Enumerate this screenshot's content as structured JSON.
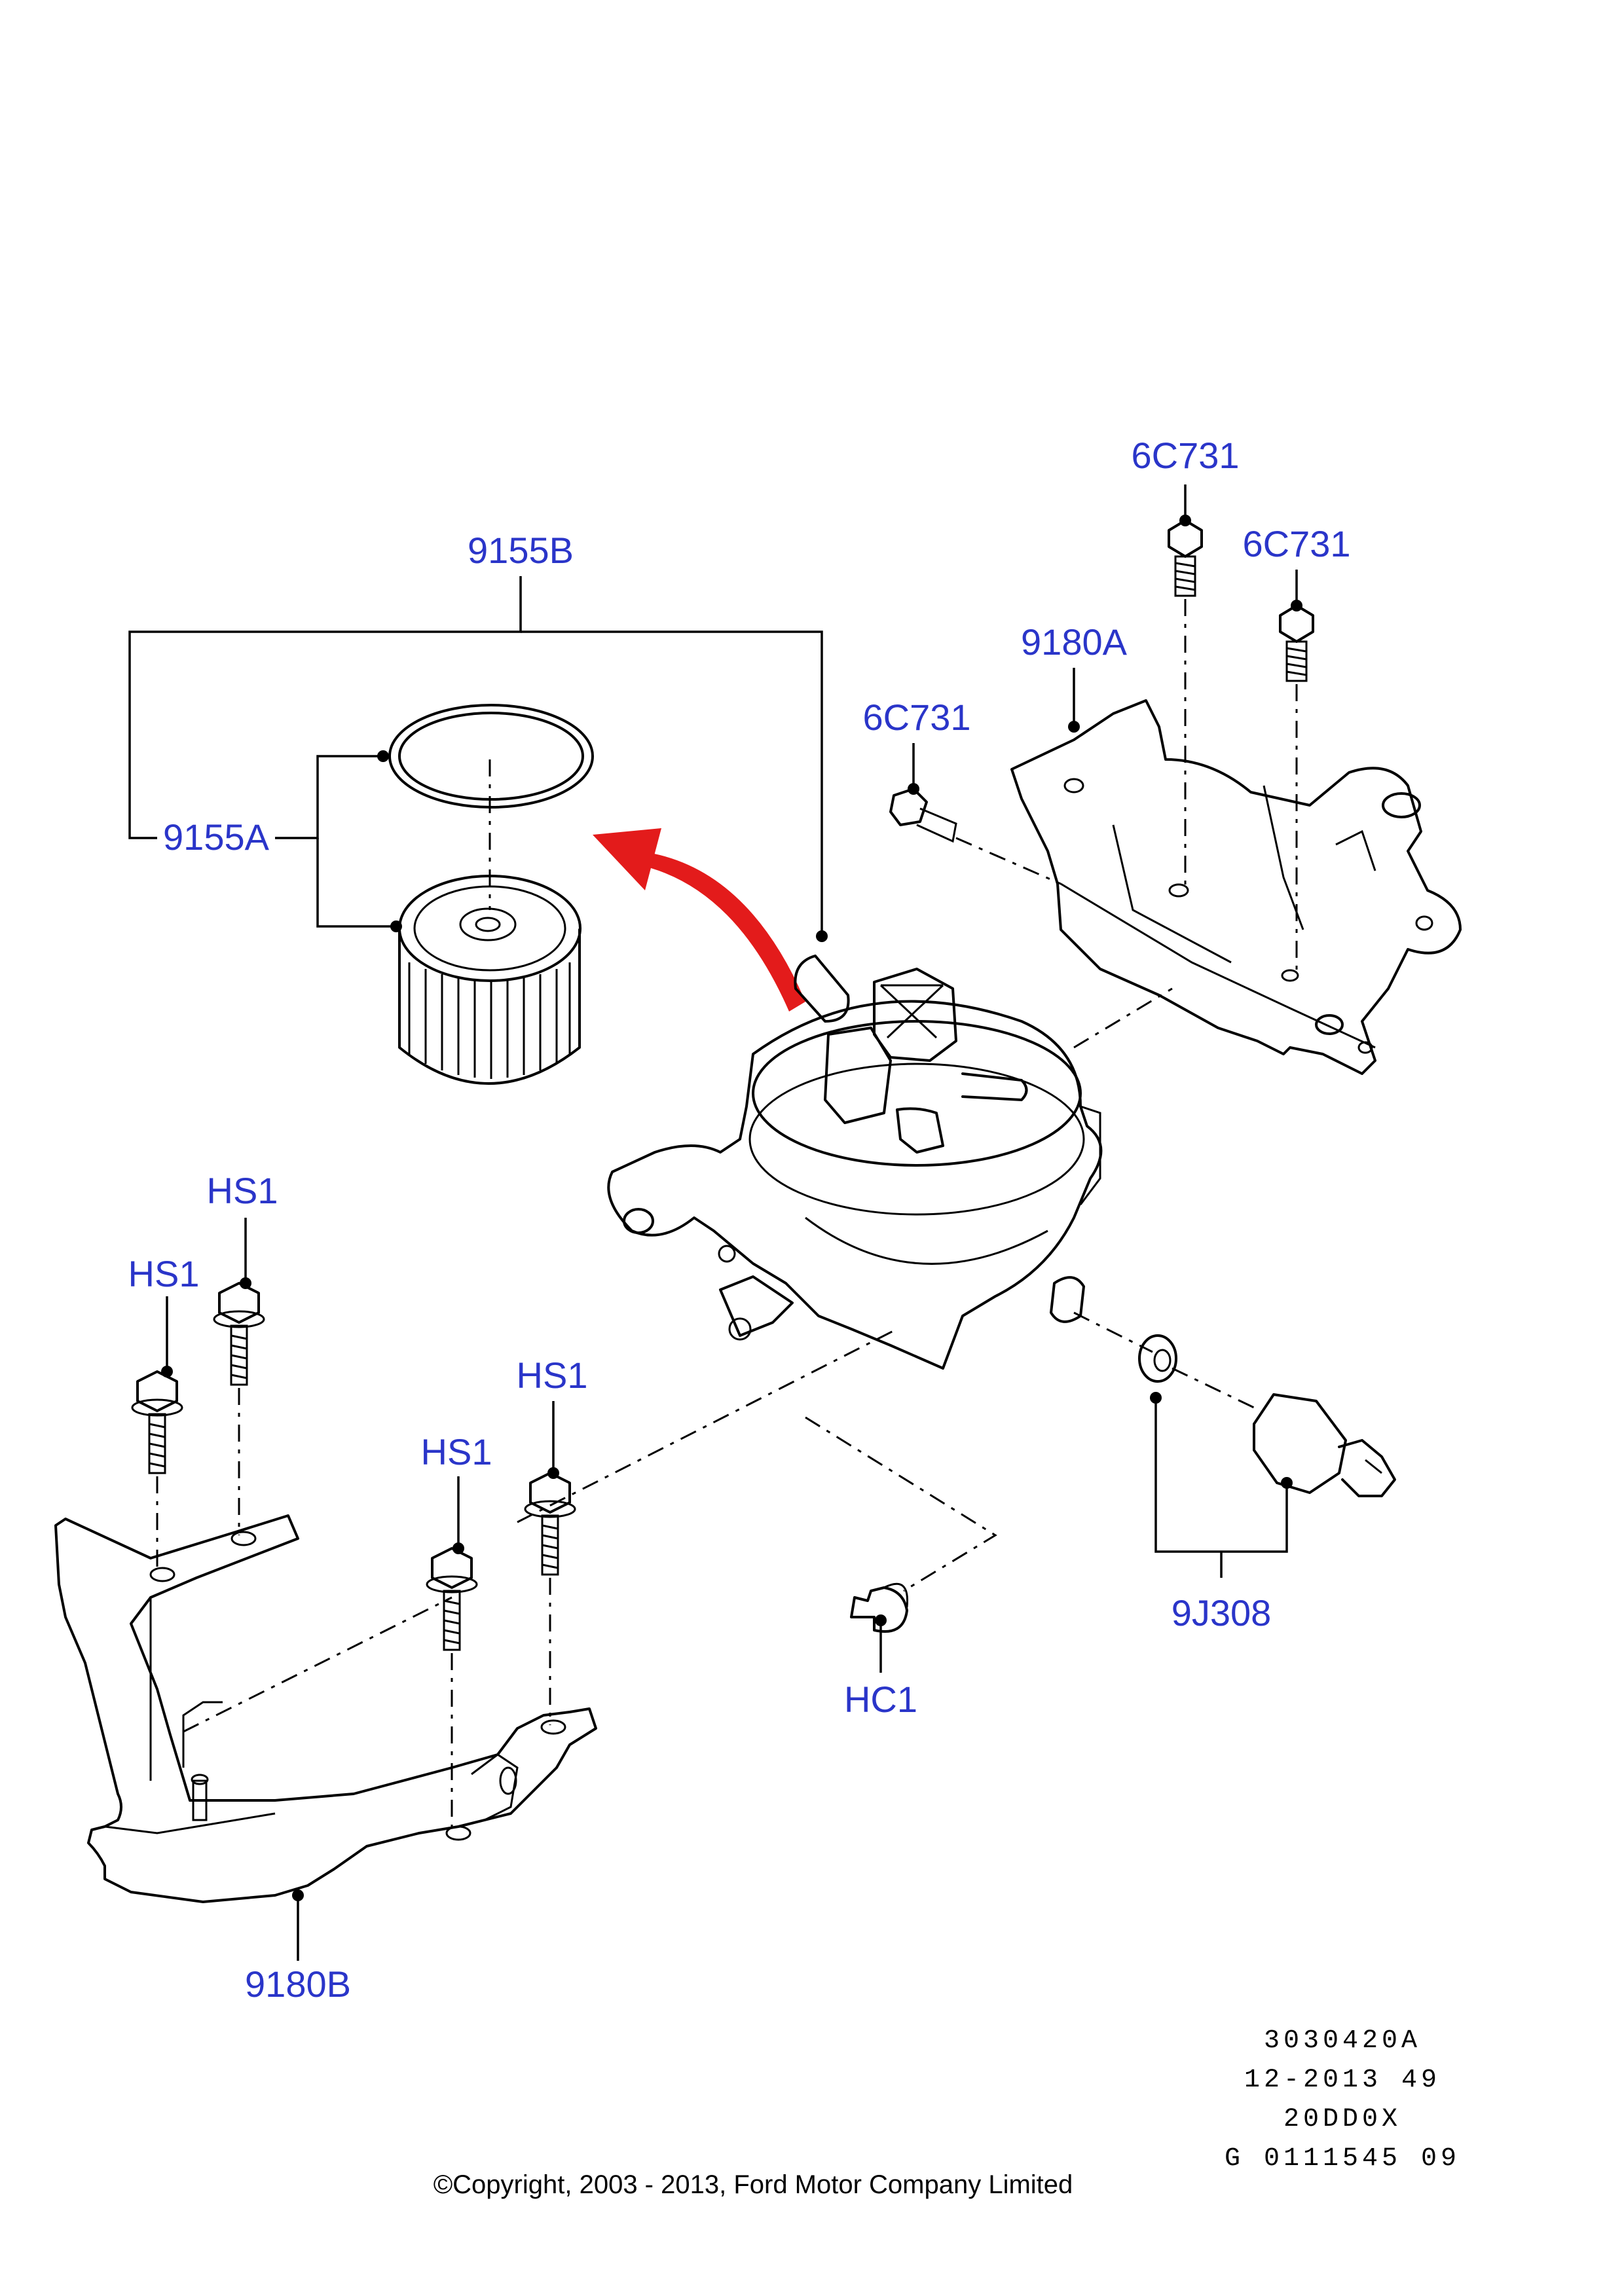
{
  "callouts": {
    "filter_assembly": "9155B",
    "filter_element": "9155A",
    "bolt_top_1": "6C731",
    "bolt_top_2": "6C731",
    "bolt_side": "6C731",
    "bracket_upper": "9180A",
    "bracket_lower": "9180B",
    "bolt_hs1_a": "HS1",
    "bolt_hs1_b": "HS1",
    "bolt_hs1_c": "HS1",
    "bolt_hs1_d": "HS1",
    "clip": "HC1",
    "sensor": "9J308"
  },
  "reference": {
    "line1": "3030420A",
    "line2": "12-2013 49",
    "line3": "20DD0X",
    "line4": "G 0111545 09"
  },
  "copyright": "©Copyright, 2003 - 2013, Ford Motor Company Limited",
  "colors": {
    "label": "#2a35c9",
    "arrow": "#e31b1b",
    "line": "#000000"
  }
}
